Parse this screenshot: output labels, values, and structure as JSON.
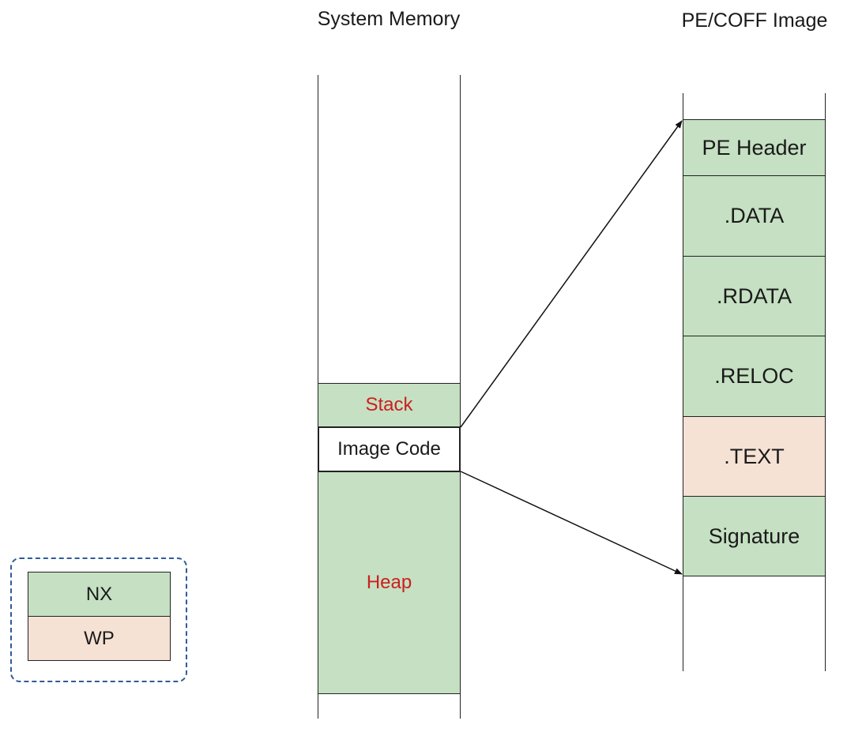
{
  "titles": {
    "system_memory": "System Memory",
    "pe_image": "PE/COFF Image"
  },
  "system_memory": {
    "stack": "Stack",
    "image_code": "Image Code",
    "heap": "Heap"
  },
  "pe_image": {
    "sections": [
      {
        "label": "PE Header",
        "attr": "NX"
      },
      {
        "label": ".DATA",
        "attr": "NX"
      },
      {
        "label": ".RDATA",
        "attr": "NX"
      },
      {
        "label": ".RELOC",
        "attr": "NX"
      },
      {
        "label": ".TEXT",
        "attr": "WP"
      },
      {
        "label": "Signature",
        "attr": "NX"
      }
    ]
  },
  "legend": {
    "nx": "NX",
    "wp": "WP"
  },
  "colors": {
    "nx": "#c5e0c2",
    "wp": "#f6e1d5",
    "red_label": "#cc1f1f",
    "legend_border": "#2f5b9a"
  }
}
